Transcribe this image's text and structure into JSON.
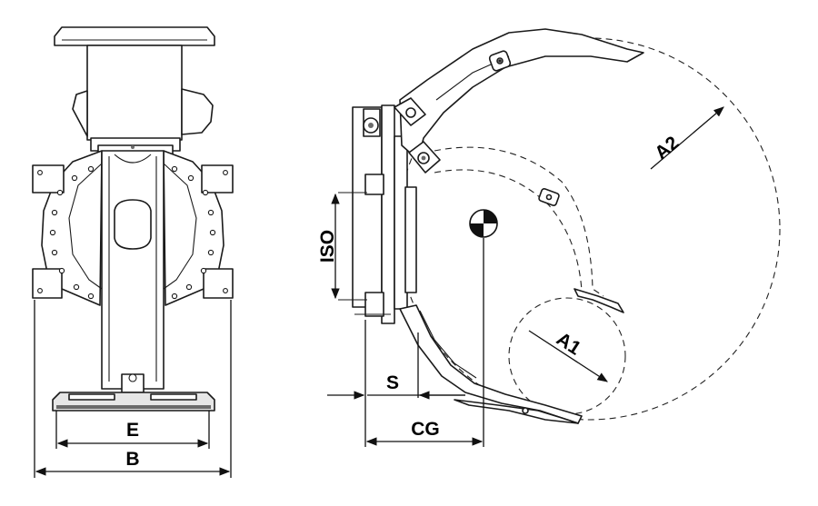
{
  "labels": {
    "e": "E",
    "b": "B",
    "iso": "ISO",
    "s": "S",
    "cg": "CG",
    "a1": "A1",
    "a2": "A2"
  },
  "colors": {
    "line": "#1a1a1a",
    "background": "#ffffff"
  }
}
